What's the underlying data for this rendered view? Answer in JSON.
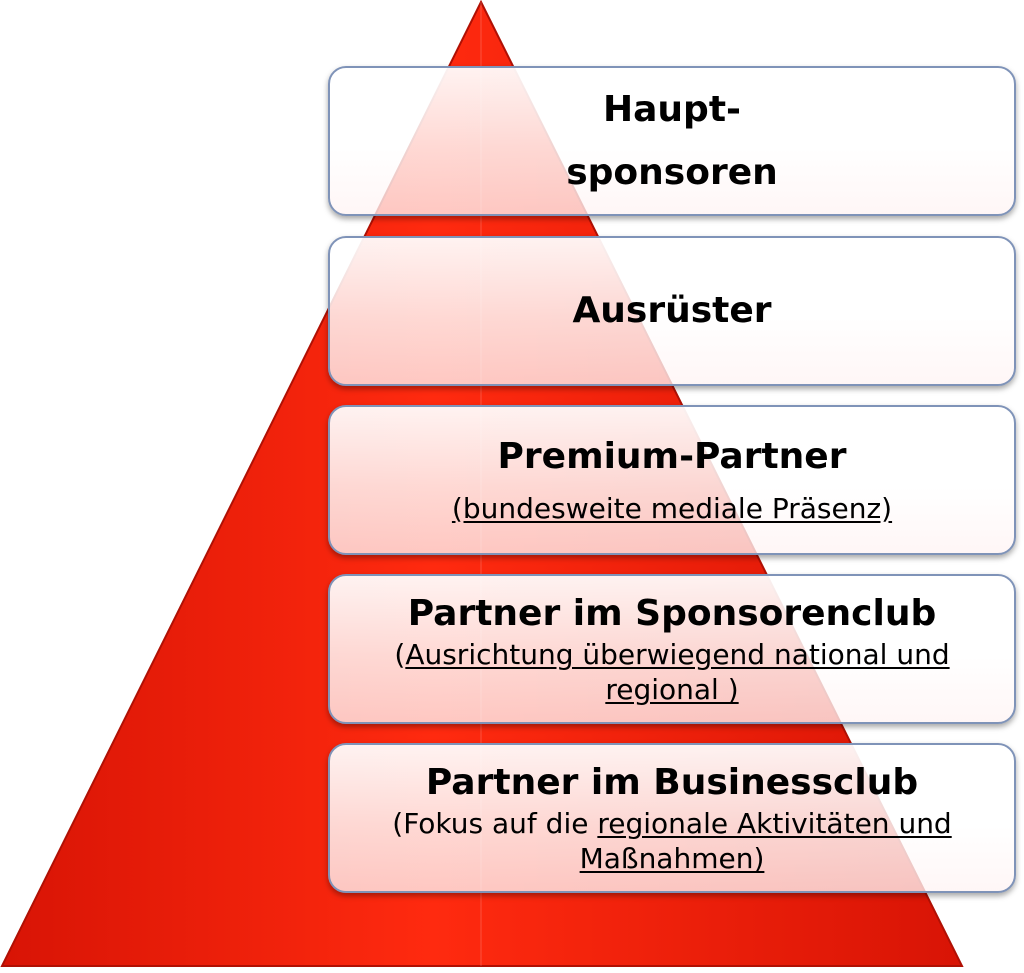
{
  "colors": {
    "pyramid": "#ff2a0f",
    "pyramid_dark": "#d81405",
    "tier_border": "#7f93b8"
  },
  "tiers": [
    {
      "title_line1": "Haupt-",
      "title_line2": "sponsoren"
    },
    {
      "title": "Ausrüster"
    },
    {
      "title": "Premium-Partner",
      "subtitle": "(bundesweite mediale Präsenz)"
    },
    {
      "title": "Partner im Sponsorenclub",
      "subtitle_open": "(",
      "subtitle_main": "Ausrichtung überwiegend  national und",
      "subtitle_line2": "regional )"
    },
    {
      "title": "Partner im Businessclub",
      "subtitle_plain": "(Fokus auf die ",
      "subtitle_main": "regionale Aktivitäten und",
      "subtitle_line2": "Maßnahmen)"
    }
  ]
}
